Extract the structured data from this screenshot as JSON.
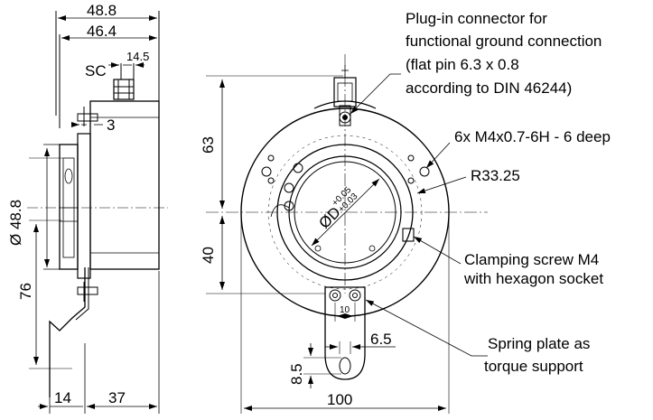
{
  "side_view": {
    "dims": {
      "width_total": "48.8",
      "width_body": "46.4",
      "sc_label": "SC",
      "connector_width": "14.5",
      "flange_thickness": "3",
      "diameter": "Ø 48.8",
      "height_lower": "76",
      "bottom_left": "14",
      "bottom_right": "37"
    }
  },
  "front_view": {
    "dims": {
      "height_upper": "63",
      "height_lower": "40",
      "bore": "ØD",
      "bore_tol_upper": "+0.05",
      "bore_tol_lower": "+0.03",
      "slot_spacing": "10",
      "slot_width": "6.5",
      "hole_height": "8.5",
      "overall_width": "100"
    },
    "callouts": {
      "connector": [
        "Plug-in connector for",
        "functional ground connection",
        "(flat pin 6.3 x 0.8",
        "according to DIN 46244)"
      ],
      "threads": "6x M4x0.7-6H - 6 deep",
      "radius": "R33.25",
      "clamp": [
        "Clamping screw M4",
        "with hexagon socket"
      ],
      "spring": [
        "Spring plate as",
        "torque support"
      ]
    }
  }
}
